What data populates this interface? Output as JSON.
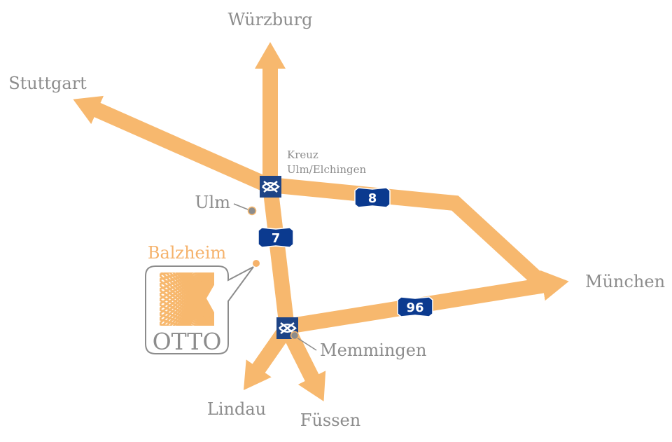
{
  "colors": {
    "road": "#F7B86E",
    "label": "#8c8c8c",
    "highlight": "#F5B26B",
    "shield": "#0B3A8F",
    "junction": "#1E4486"
  },
  "cities": {
    "wuerzburg": "Würzburg",
    "stuttgart": "Stuttgart",
    "muenchen": "München",
    "ulm": "Ulm",
    "balzheim": "Balzheim",
    "memmingen": "Memmingen",
    "lindau": "Lindau",
    "fuessen": "Füssen"
  },
  "interchange": {
    "line1": "Kreuz",
    "line2": "Ulm/Elchingen"
  },
  "motorways": {
    "a8": "8",
    "a7": "7",
    "a96": "96"
  },
  "logo": {
    "text": "OTTO"
  },
  "icons": [
    "interchange-icon",
    "motorway-shield-icon",
    "otto-logo-icon",
    "location-dot-icon"
  ]
}
